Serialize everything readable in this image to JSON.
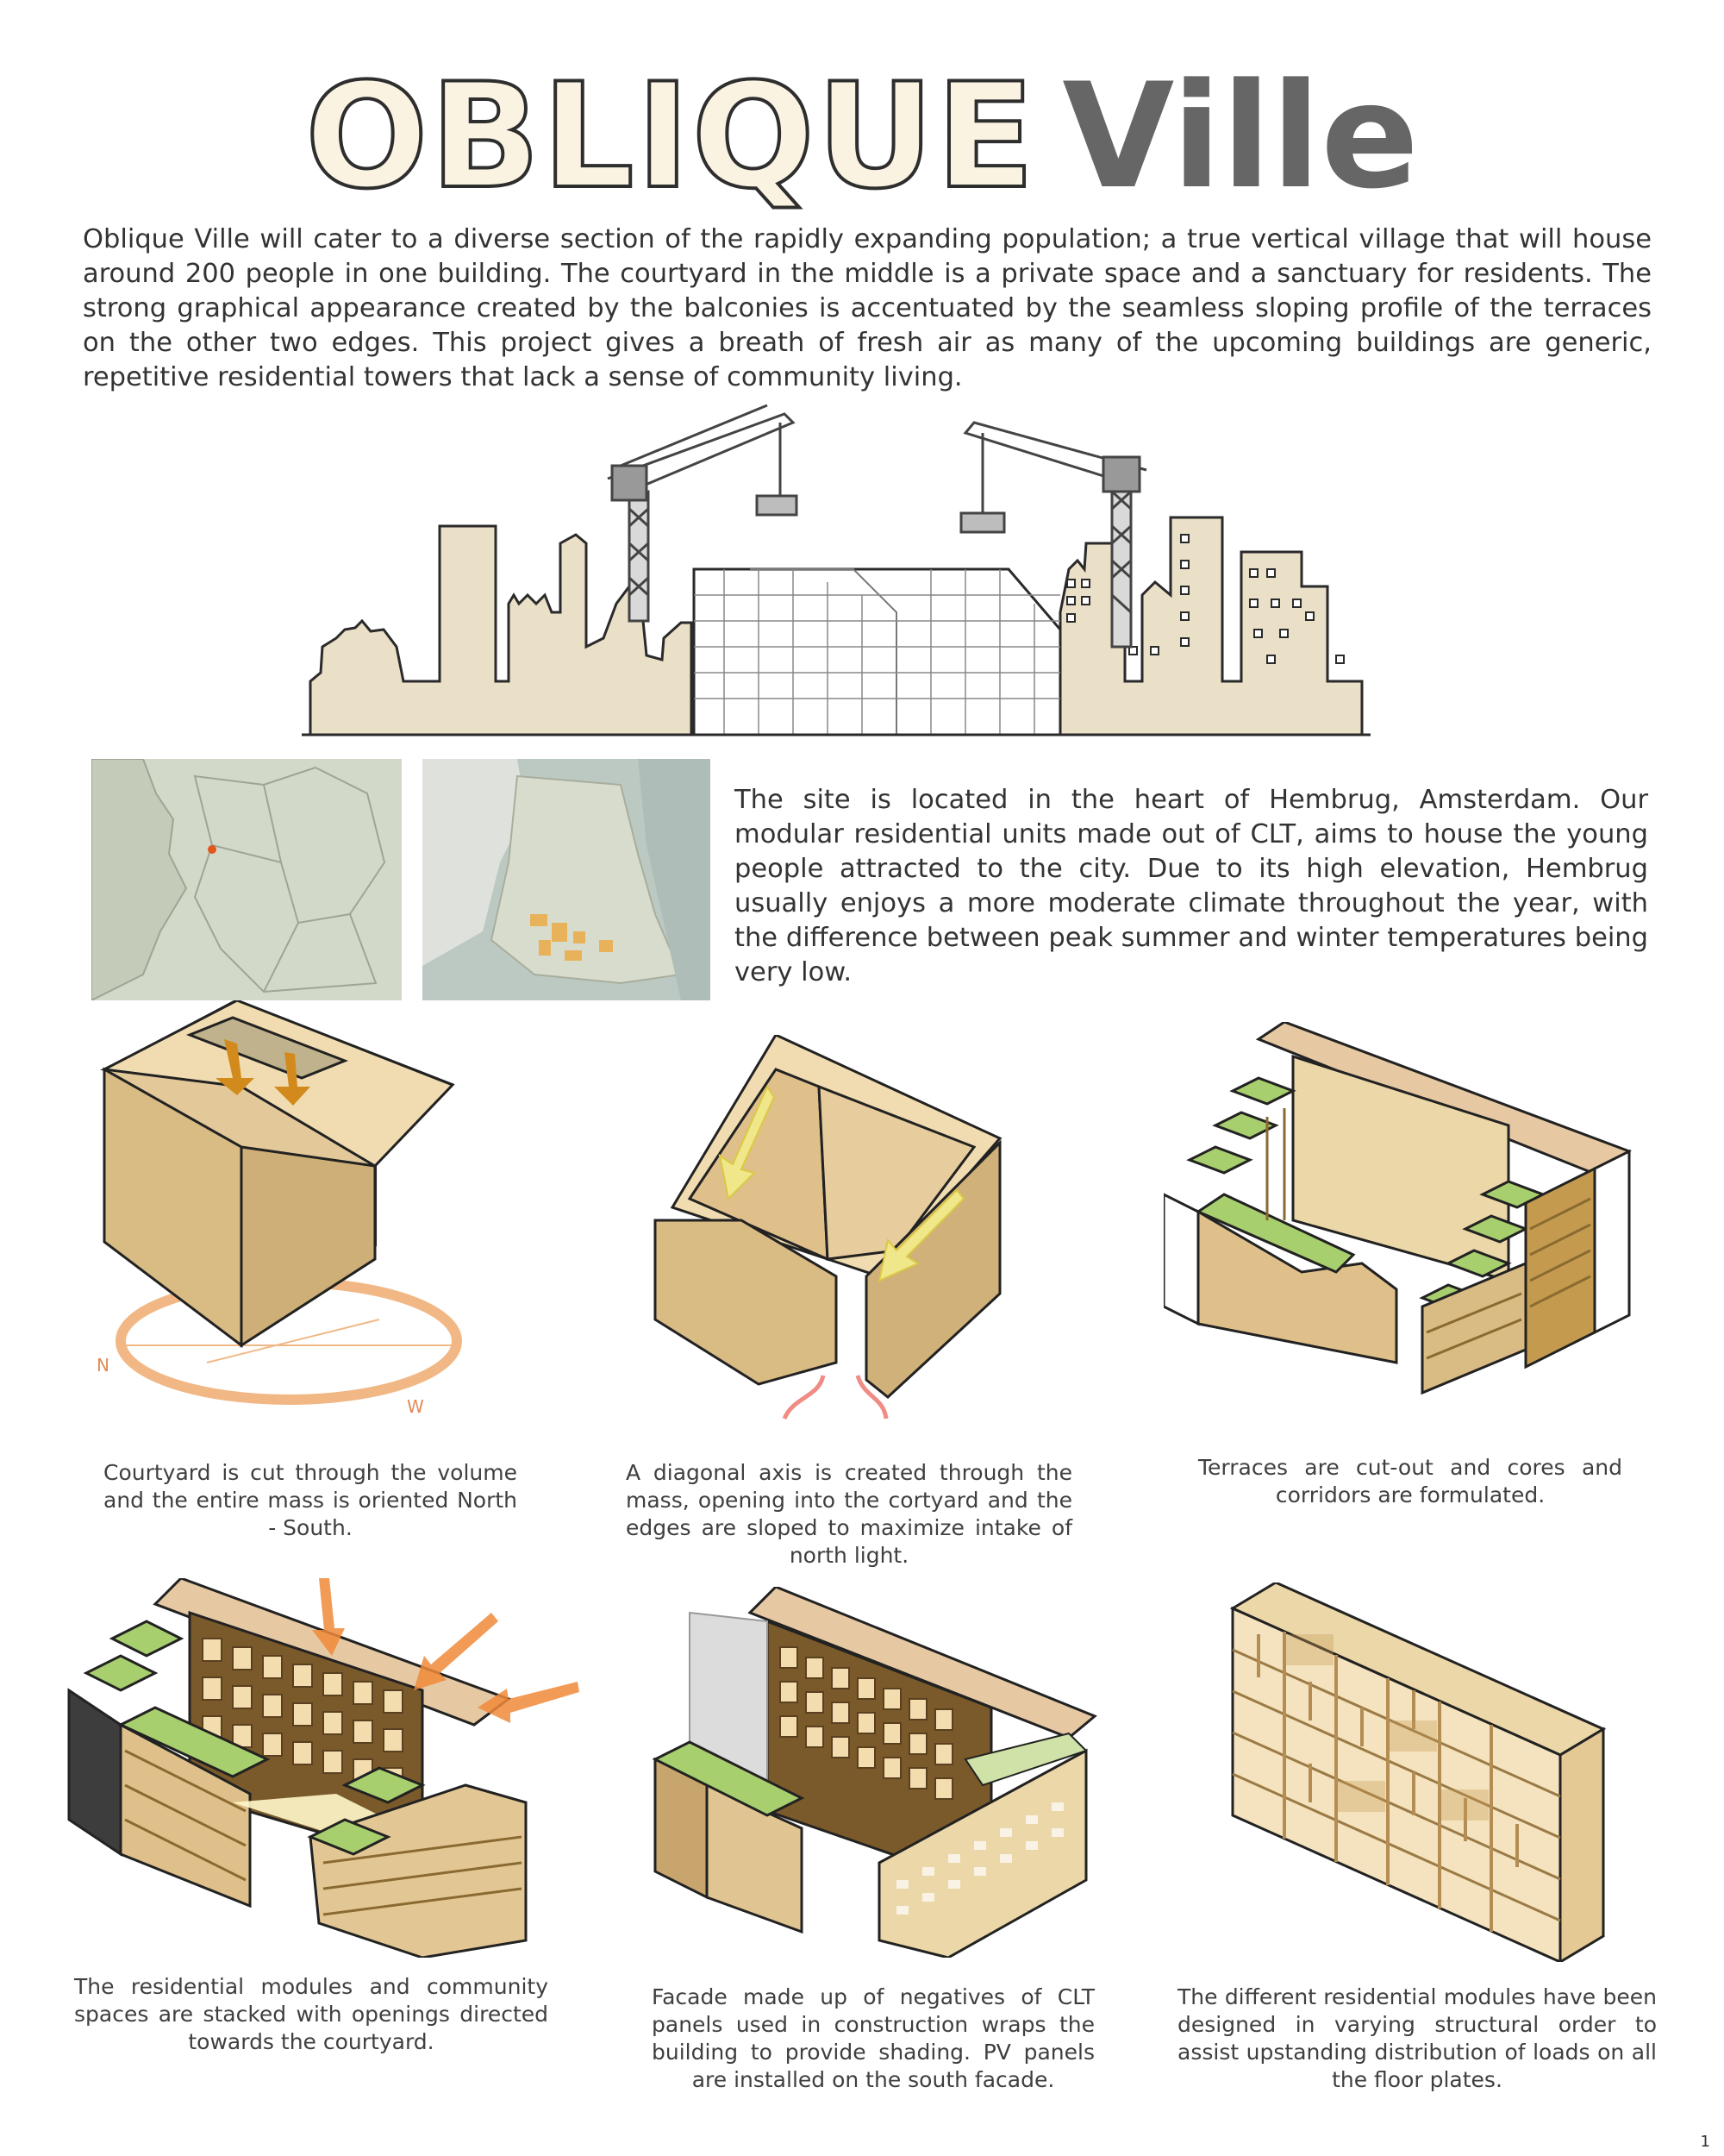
{
  "title": {
    "outline": "OBLIQUE",
    "solid": "Ville"
  },
  "intro": "Oblique Ville will cater to a diverse section of the rapidly expanding population; a true vertical village that will house around 200 people in one building. The courtyard in the middle is a private space and a sanctuary for residents. The strong graphical appearance created by the balconies is accentuated by the seamless sloping profile of the terraces on the other two edges. This project gives a breath of fresh air as many of the upcoming buildings are generic, repetitive residential towers that lack a  sense of community living.",
  "site_text": "The site is located in the heart of Hembrug, Amsterdam. Our modular residential units made out of CLT, aims to house the young people attracted to the city. Due to its high elevation, Hembrug usually enjoys a more moderate climate throughout the year, with the difference between peak summer and winter temperatures being very low.",
  "compass": {
    "n": "N",
    "w": "W"
  },
  "captions": [
    "Courtyard is cut through the volume and the entire mass is oriented North - South.",
    "A diagonal axis is created through the mass, opening into the cortyard and the edges are sloped to maximize intake of north light.",
    "Terraces are cut-out and cores and corridors are formulated.",
    "The residential modules and community spaces are stacked with openings directed towards the courtyard.",
    "Facade made up of negatives of CLT panels used in construction wraps the building to provide shading. PV panels are installed on the south facade.",
    "The different residential modules have been designed in varying structural order  to assist upstanding distribution of loads on all the floor plates."
  ],
  "page_number": "1",
  "colors": {
    "clt": "#e8cf9c",
    "clt_dark": "#c9a870",
    "green_roof": "#a8cf6e",
    "skyline": "#eadfc7",
    "arrow": "#d68a1e",
    "map_bg": "#d3d9c9"
  }
}
